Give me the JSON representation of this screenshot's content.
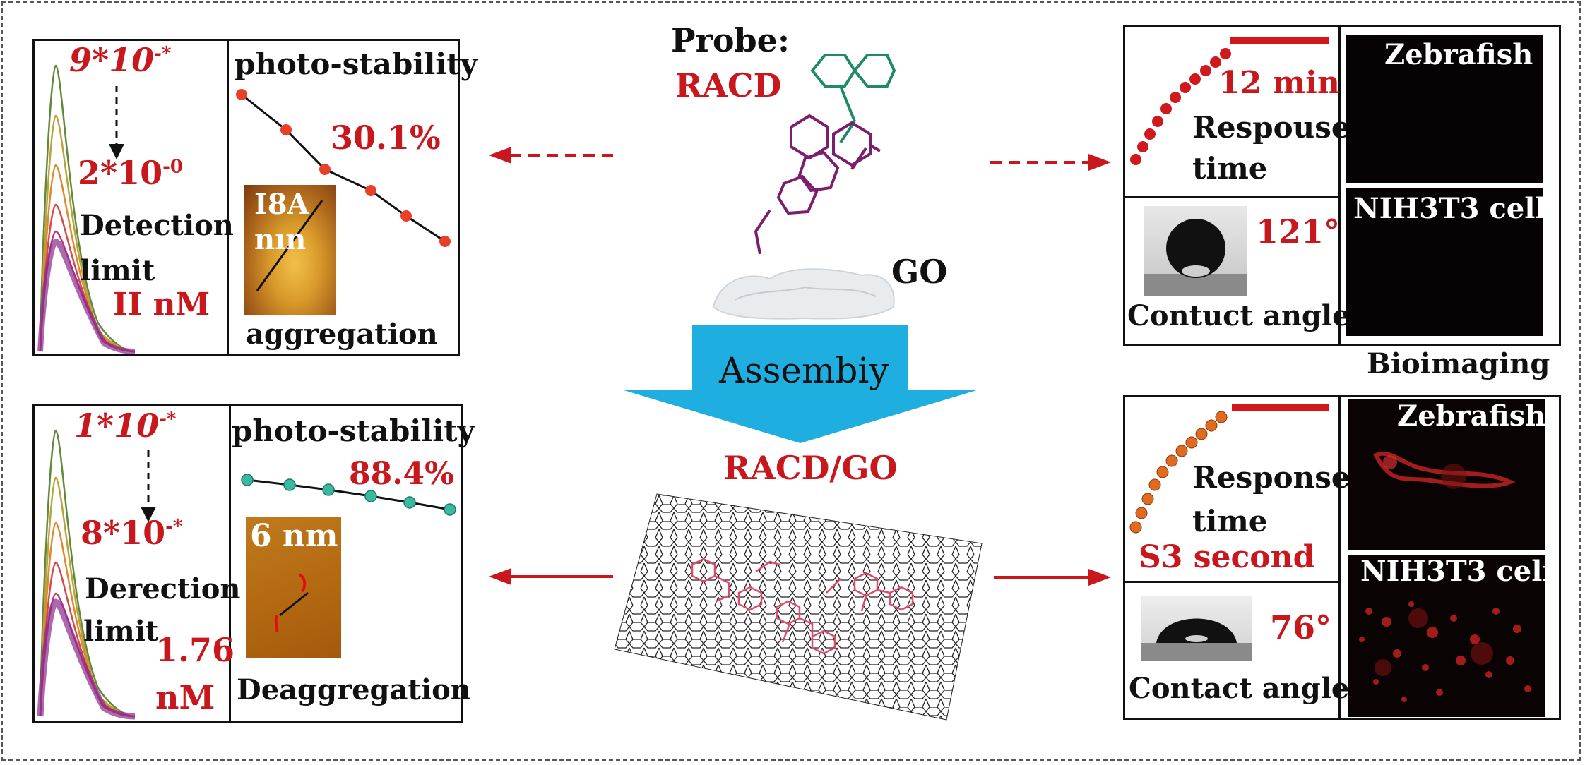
{
  "center": {
    "probe_label": "Probe:",
    "probe_name": "RACD",
    "go_label": "GO",
    "assembly_label": "Assembiy",
    "composite_label": "RACD/GO"
  },
  "top_left": {
    "conc_high": "9*10",
    "conc_high_exp": "-*",
    "conc_low": "2*10",
    "conc_low_exp": "-0",
    "detection_label_1": "Detection",
    "detection_label_2": "limit",
    "detection_value": "II nM",
    "photo_title": "photo-stability",
    "photo_value": "30.1%",
    "afm_text_1": "I8A",
    "afm_text_2": "nın",
    "afm_caption": "aggregation"
  },
  "bottom_left": {
    "conc_high": "1*10",
    "conc_high_exp": "-*",
    "conc_low": "8*10",
    "conc_low_exp": "-*",
    "detection_label_1": "Derection",
    "detection_label_2": "limit",
    "detection_value_1": "1.76",
    "detection_value_2": "nM",
    "photo_title": "photo-stability",
    "photo_value": "88.4%",
    "afm_size": "6 nm",
    "afm_caption": "Deaggregation"
  },
  "top_right": {
    "response_value": "12 min",
    "response_label_1": "Respouse",
    "response_label_2": "time",
    "angle_value": "121°",
    "angle_caption": "Contuct angle",
    "img1_label": "Zebrafish",
    "img2_label": "NIH3T3 cell",
    "section_label": "Bioimaging"
  },
  "bottom_right": {
    "response_label_1": "Response",
    "response_label_2": "time",
    "response_value": "S3 second",
    "angle_value": "76°",
    "angle_caption": "Contact angle",
    "img1_label": "Zebrafish",
    "img2_label": "NIH3T3 celi"
  },
  "colors": {
    "accent_red": "#c8181d",
    "arrow_blue": "#1eaee0",
    "molecule_purple": "#7a1f6e",
    "molecule_green": "#1f8a6a",
    "stability_top": "#e8412a",
    "stability_bottom": "#3bb8a0"
  }
}
